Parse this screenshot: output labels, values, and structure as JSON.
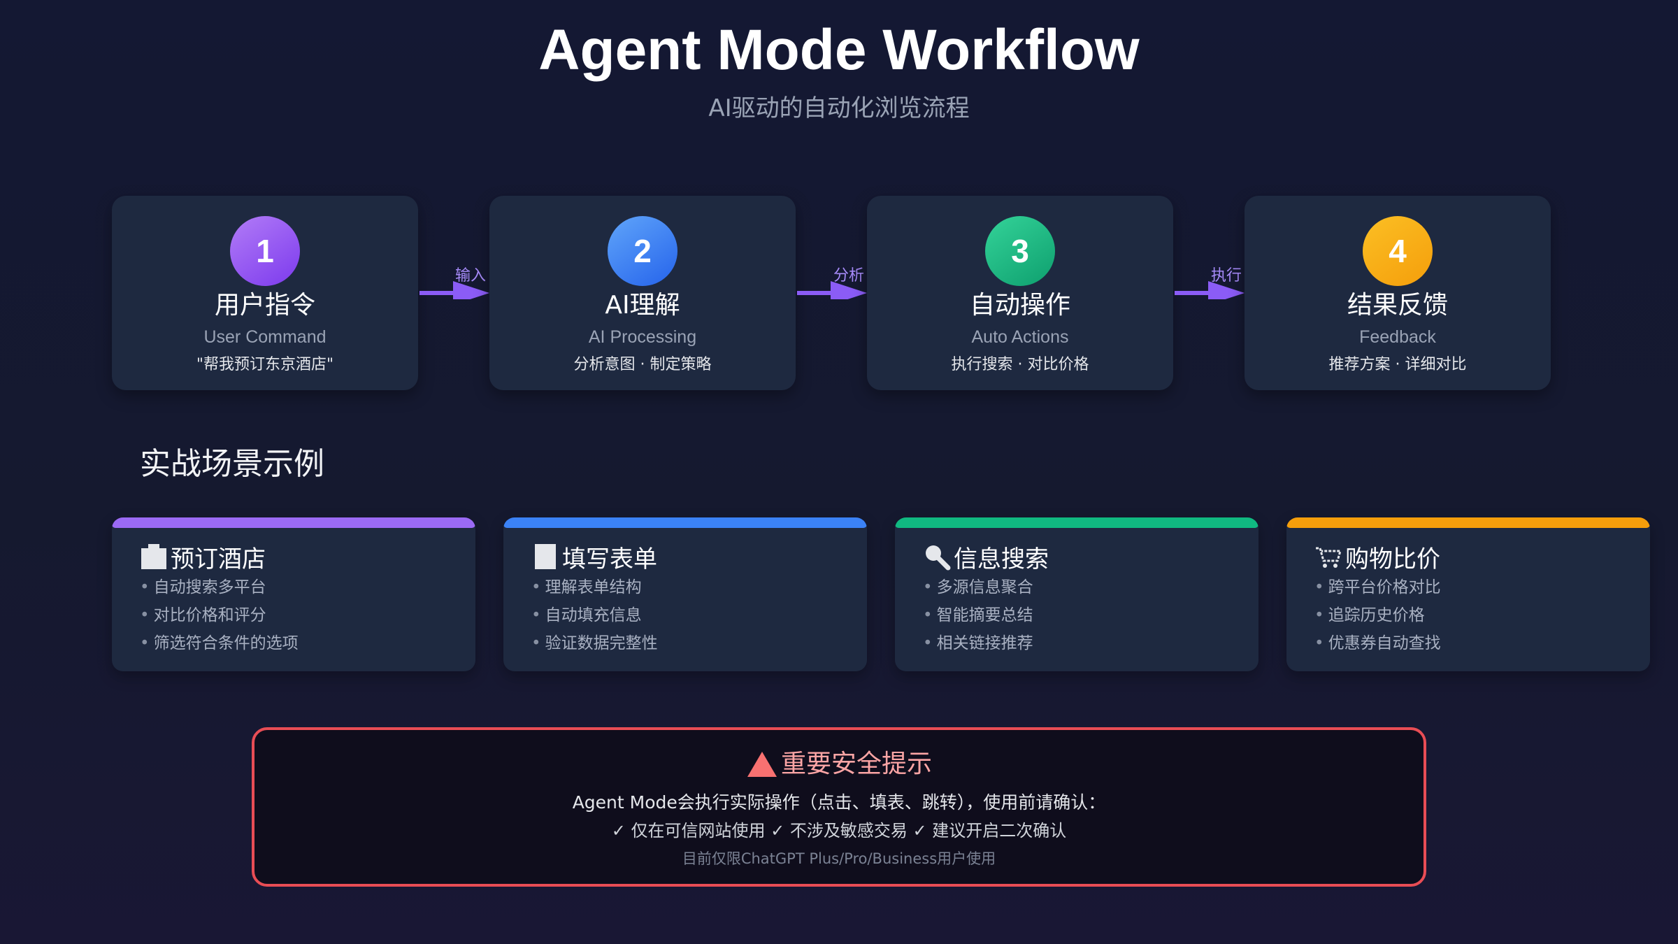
{
  "header": {
    "title": "Agent Mode Workflow",
    "subtitle": "AI驱动的自动化浏览流程"
  },
  "steps": [
    {
      "number": "1",
      "title": "用户指令",
      "subtitle": "User Command",
      "desc": "\"帮我预订东京酒店\"",
      "color": "#8b5cf6"
    },
    {
      "number": "2",
      "title": "AI理解",
      "subtitle": "AI Processing",
      "desc": "分析意图 · 制定策略",
      "color": "#3b82f6"
    },
    {
      "number": "3",
      "title": "自动操作",
      "subtitle": "Auto Actions",
      "desc": "执行搜索 · 对比价格",
      "color": "#10b981"
    },
    {
      "number": "4",
      "title": "结果反馈",
      "subtitle": "Feedback",
      "desc": "推荐方案 · 详细对比",
      "color": "#f59e0b"
    }
  ],
  "arrows": [
    {
      "label": "输入"
    },
    {
      "label": "分析"
    },
    {
      "label": "执行"
    }
  ],
  "scenarios": {
    "title": "实战场景示例",
    "items": [
      {
        "icon": "hotel-icon",
        "title": "预订酒店",
        "color": "#8b5cf6",
        "bullets": [
          "自动搜索多平台",
          "对比价格和评分",
          "筛选符合条件的选项"
        ]
      },
      {
        "icon": "document-icon",
        "title": "填写表单",
        "color": "#3b82f6",
        "bullets": [
          "理解表单结构",
          "自动填充信息",
          "验证数据完整性"
        ]
      },
      {
        "icon": "magnifier-icon",
        "title": "信息搜索",
        "color": "#10b981",
        "bullets": [
          "多源信息聚合",
          "智能摘要总结",
          "相关链接推荐"
        ]
      },
      {
        "icon": "shopping-cart-icon",
        "title": "购物比价",
        "color": "#f59e0b",
        "bullets": [
          "跨平台价格对比",
          "追踪历史价格",
          "优惠券自动查找"
        ]
      }
    ]
  },
  "warning": {
    "icon": "warning-triangle-icon",
    "title": "重要安全提示",
    "line1": "Agent Mode会执行实际操作（点击、填表、跳转），使用前请确认：",
    "line2": "✓ 仅在可信网站使用 ✓ 不涉及敏感交易 ✓ 建议开启二次确认",
    "line3": "目前仅限ChatGPT Plus/Pro/Business用户使用",
    "color": "#e84d55"
  }
}
